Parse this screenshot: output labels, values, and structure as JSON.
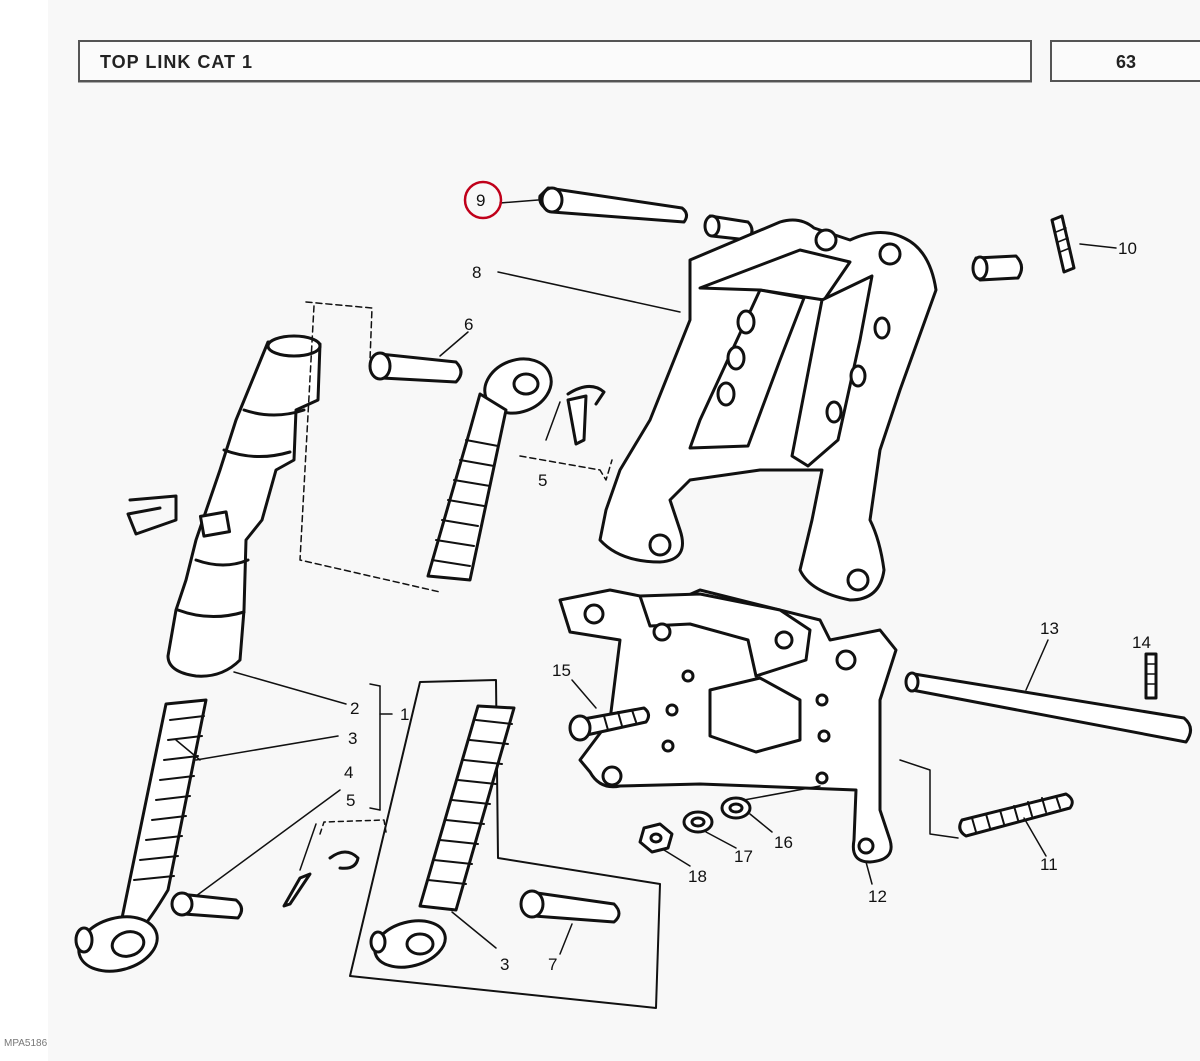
{
  "header": {
    "title": "TOP LINK CAT 1",
    "page_number": "63"
  },
  "figure_code": "MPA5186",
  "highlight_color": "#c0001a",
  "callouts": {
    "c1": "1",
    "c2": "2",
    "c3a": "3",
    "c3b": "3",
    "c4": "4",
    "c5a": "5",
    "c5b": "5",
    "c6": "6",
    "c7": "7",
    "c8": "8",
    "c9": "9",
    "c10": "10",
    "c11": "11",
    "c12": "12",
    "c13": "13",
    "c14": "14",
    "c15": "15",
    "c16": "16",
    "c17": "17",
    "c18": "18"
  }
}
